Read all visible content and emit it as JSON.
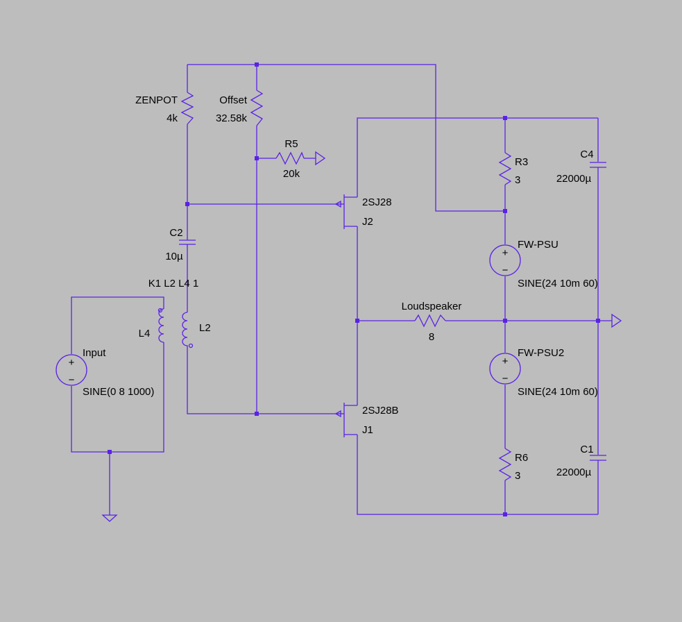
{
  "colors": {
    "background": "#bdbdbd",
    "wire": "#5a22e6",
    "text": "#000000"
  },
  "components": {
    "zenpot": {
      "name": "ZENPOT",
      "value": "4k"
    },
    "offset": {
      "name": "Offset",
      "value": "32.58k"
    },
    "r5": {
      "name": "R5",
      "value": "20k"
    },
    "c2": {
      "name": "C2",
      "value": "10µ"
    },
    "coupling": {
      "text": "K1 L2 L4 1"
    },
    "l4": {
      "name": "L4"
    },
    "l2": {
      "name": "L2"
    },
    "input": {
      "name": "Input",
      "value": "SINE(0 8 1000)"
    },
    "j2": {
      "model": "2SJ28",
      "name": "J2"
    },
    "j1": {
      "model": "2SJ28B",
      "name": "J1"
    },
    "r3": {
      "name": "R3",
      "value": "3"
    },
    "r6": {
      "name": "R6",
      "value": "3"
    },
    "c4": {
      "name": "C4",
      "value": "22000µ"
    },
    "c1": {
      "name": "C1",
      "value": "22000µ"
    },
    "fwpsu": {
      "name": "FW-PSU",
      "value": "SINE(24 10m 60)"
    },
    "fwpsu2": {
      "name": "FW-PSU2",
      "value": "SINE(24 10m 60)"
    },
    "loudspeaker": {
      "name": "Loudspeaker",
      "value": "8"
    }
  },
  "symbols": {
    "plus": "+",
    "minus": "−"
  }
}
